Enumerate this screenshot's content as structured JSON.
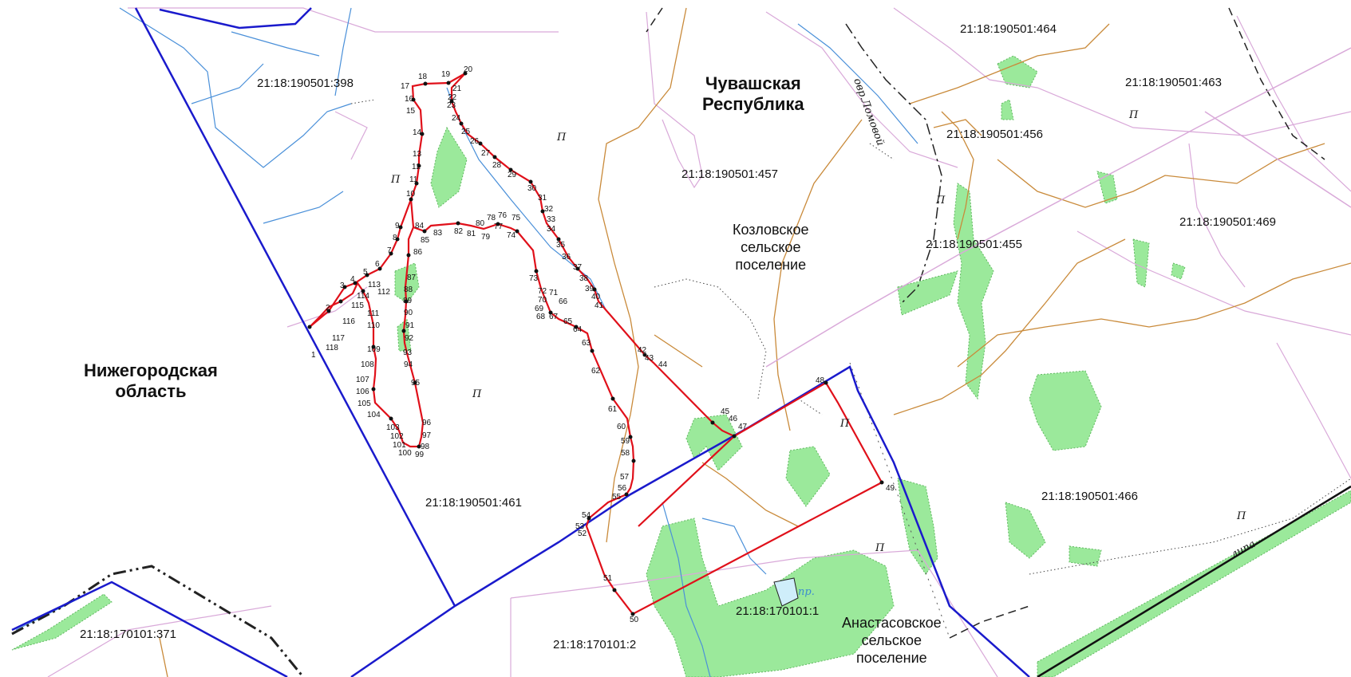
{
  "map": {
    "regions": [
      {
        "id": "chuvash",
        "lines": [
          "Чувашская",
          "Республика"
        ]
      },
      {
        "id": "nizhny",
        "lines": [
          "Нижегородская",
          "область"
        ]
      }
    ],
    "settlements": [
      {
        "id": "kozlovskoe",
        "lines": [
          "Козловское",
          "сельское",
          "поселение"
        ]
      },
      {
        "id": "anastasovskoe",
        "lines": [
          "Анастасовское",
          "сельское",
          "поселение"
        ]
      }
    ],
    "parcels": [
      "21:18:190501:398",
      "21:18:190501:464",
      "21:18:190501:463",
      "21:18:190501:456",
      "21:18:190501:457",
      "21:18:190501:455",
      "21:18:190501:469",
      "21:18:190501:461",
      "21:18:190501:466",
      "21:18:170101:371",
      "21:18:170101:2",
      "21:18:170101:1"
    ],
    "features": {
      "ravine": "овр.Ломовой",
      "pond": "пр.",
      "linden": "липа",
      "land_type": "П"
    },
    "boundary_points": [
      "1",
      "2",
      "3",
      "4",
      "5",
      "6",
      "7",
      "8",
      "9",
      "10",
      "11",
      "12",
      "13",
      "14",
      "15",
      "16",
      "17",
      "18",
      "19",
      "20",
      "21",
      "22",
      "23",
      "24",
      "25",
      "26",
      "27",
      "28",
      "29",
      "30",
      "31",
      "32",
      "33",
      "34",
      "35",
      "36",
      "37",
      "38",
      "39",
      "40",
      "41",
      "42",
      "43",
      "44",
      "45",
      "46",
      "47",
      "48",
      "49",
      "50",
      "51",
      "52",
      "53",
      "54",
      "55",
      "56",
      "57",
      "58",
      "59",
      "60",
      "61",
      "62",
      "63",
      "64",
      "65",
      "66",
      "67",
      "68",
      "69",
      "70",
      "71",
      "72",
      "73",
      "74",
      "75",
      "76",
      "77",
      "78",
      "79",
      "80",
      "81",
      "82",
      "83",
      "84",
      "85",
      "86",
      "87",
      "88",
      "89",
      "90",
      "91",
      "92",
      "93",
      "94",
      "95",
      "96",
      "97",
      "98",
      "99",
      "100",
      "101",
      "102",
      "103",
      "104",
      "105",
      "106",
      "107",
      "108",
      "109",
      "110",
      "111",
      "112",
      "113",
      "114",
      "115",
      "116",
      "117",
      "118"
    ],
    "colors": {
      "boundary": "#e0101a",
      "region_border": "#1a1acc",
      "green": "#8fe88f",
      "contour": "#c98a3a",
      "parcel_line": "#d8a8d8",
      "water": "#3c8ccf"
    }
  }
}
